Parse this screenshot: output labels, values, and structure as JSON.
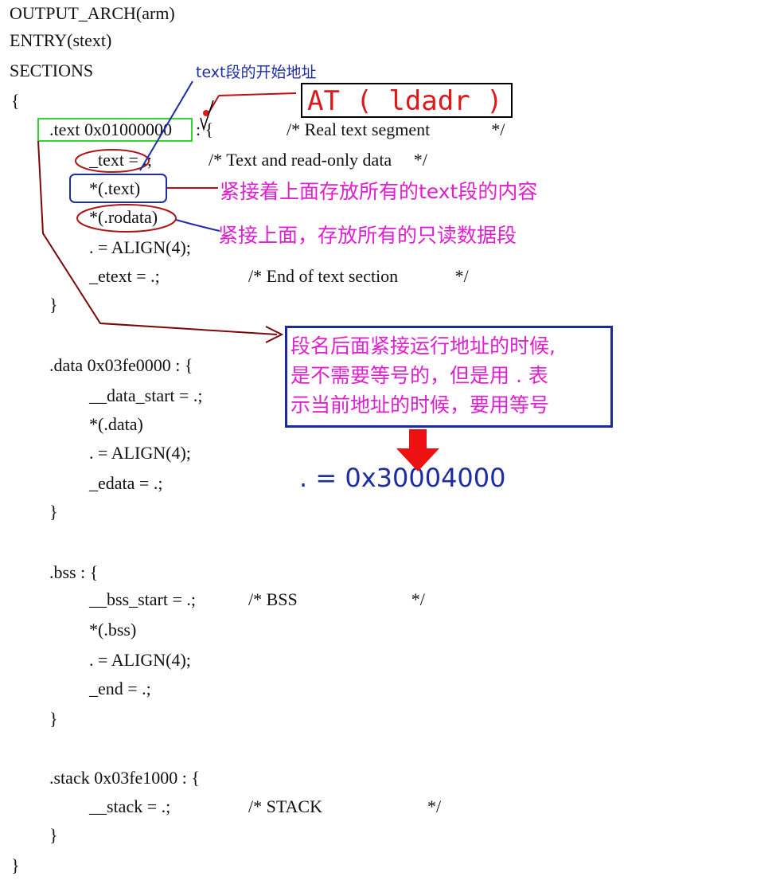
{
  "code": {
    "output_arch": "OUTPUT_ARCH(arm)",
    "entry": "ENTRY(stext)",
    "sections": "SECTIONS",
    "open_brace": "{",
    "text_section": {
      "name_addr": ".text 0x01000000",
      "colon_brace": ": {",
      "comment": "/* Real text segment              */",
      "text_start": "_text = .;",
      "text_start_comment": "/* Text and read-only data     */",
      "text_input": "*(.text)",
      "rodata_input": "*(.rodata)",
      "align": ". = ALIGN(4);",
      "etext": "_etext = .;",
      "etext_comment": "/* End of text section             */",
      "close": "}"
    },
    "data_section": {
      "header": ".data 0x03fe0000 : {",
      "data_start": "__data_start = .;",
      "data_input": "*(.data)",
      "align": ". = ALIGN(4);",
      "edata": "_edata = .;",
      "close": "}"
    },
    "bss_section": {
      "header": ".bss : {",
      "bss_start": "__bss_start = .;",
      "bss_comment": "/* BSS                          */",
      "bss_input": "*(.bss)",
      "align": ". = ALIGN(4);",
      "end": "_end = .;",
      "close": "}"
    },
    "stack_section": {
      "header": ".stack 0x03fe1000 : {",
      "stack": "__stack = .;",
      "stack_comment": "/* STACK                        */",
      "close": "}"
    },
    "close_brace": "}"
  },
  "annotations": {
    "text_start_addr_label": "text段的开始地址",
    "at_ldadr": "AT ( ldadr )",
    "text_follow_note": "紧接着上面存放所有的text段的内容",
    "rodata_note": "紧接上面，存放所有的只读数据段",
    "note_box_lines": [
      "段名后面紧接运行地址的时候,",
      "是不需要等号的，但是用 . 表",
      "示当前地址的时候，要用等号"
    ],
    "address_value": ". = 0x30004000"
  },
  "colors": {
    "red": "#e0181c",
    "blue": "#1d2da3",
    "magenta": "#e01fd0",
    "green": "#2fd62f",
    "dark_red": "#7a0a0a"
  }
}
